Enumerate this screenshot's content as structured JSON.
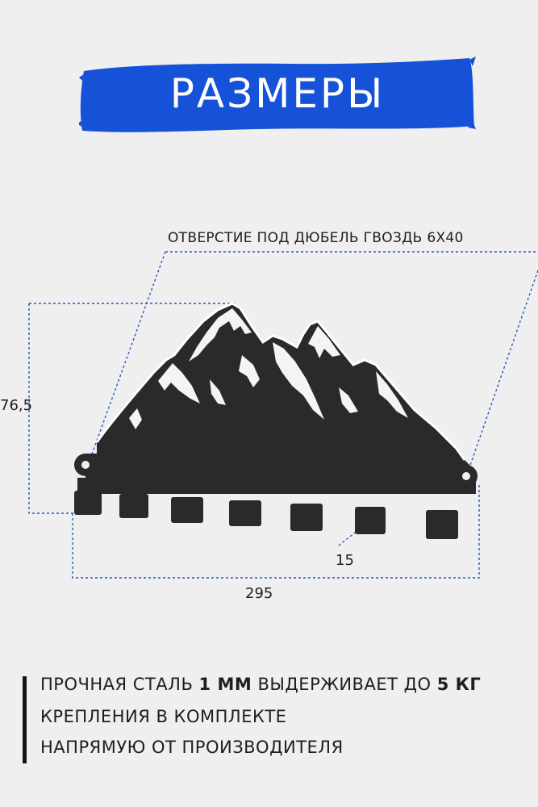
{
  "banner": {
    "title": "РАЗМЕРЫ",
    "color": "#1552d8"
  },
  "annotations": {
    "mount_hole_note": "ОТВЕРСТИЕ ПОД ДЮБЕЛЬ ГВОЗДЬ 6Х40",
    "height": "76,5",
    "width": "295",
    "hook_width": "15"
  },
  "product": {
    "description_icon": "mountain-key-holder-icon",
    "metal_color": "#2a2a2a",
    "dimension_line_color": "#2457c4"
  },
  "features": {
    "line1_prefix": "ПРОЧНАЯ СТАЛЬ",
    "line1_bold1": "1 ММ",
    "line1_middle": "ВЫДЕРЖИВАЕТ ДО",
    "line1_bold2": "5 КГ",
    "line2": "КРЕПЛЕНИЯ В КОМПЛЕКТЕ",
    "line3": "НАПРЯМУЮ ОТ ПРОИЗВОДИТЕЛЯ"
  }
}
